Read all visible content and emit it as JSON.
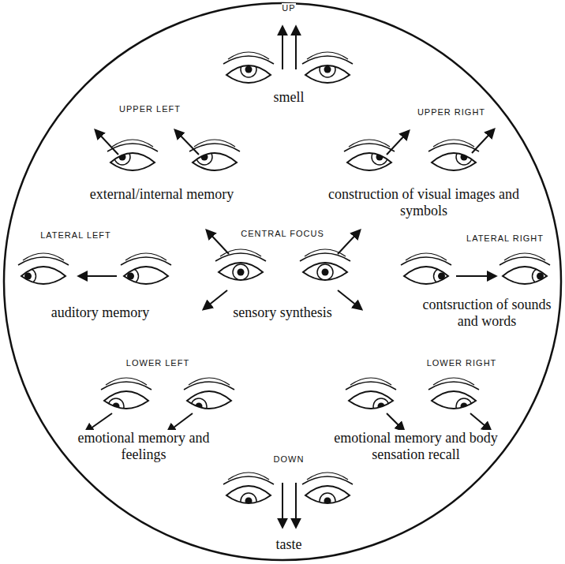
{
  "diagram": {
    "labels": [
      "UP",
      "smell",
      "UPPER LEFT",
      "UPPER RIGHT",
      "external/internal memory",
      "construction of visual images and symbols",
      "LATERAL LEFT",
      "CENTRAL FOCUS",
      "LATERAL RIGHT",
      "auditory memory",
      "sensory synthesis",
      "contsruction of sounds and words",
      "LOWER LEFT",
      "LOWER RIGHT",
      "emotional memory and feelings",
      "emotional memory and body sensation recall",
      "DOWN",
      "taste"
    ]
  }
}
